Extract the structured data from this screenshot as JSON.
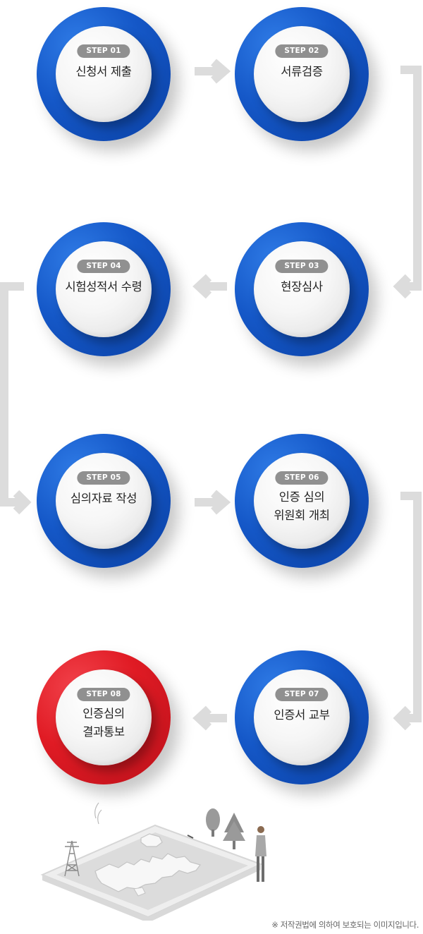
{
  "steps": [
    {
      "badge": "STEP 01",
      "lines": [
        "신청서 제출"
      ],
      "color": "blue"
    },
    {
      "badge": "STEP 02",
      "lines": [
        "서류검증"
      ],
      "color": "blue"
    },
    {
      "badge": "STEP 03",
      "lines": [
        "현장심사"
      ],
      "color": "blue"
    },
    {
      "badge": "STEP 04",
      "lines": [
        "시험성적서 수령"
      ],
      "color": "blue"
    },
    {
      "badge": "STEP 05",
      "lines": [
        "심의자료 작성"
      ],
      "color": "blue"
    },
    {
      "badge": "STEP 06",
      "lines": [
        "인증 심의",
        "위원회 개최"
      ],
      "color": "blue"
    },
    {
      "badge": "STEP 07",
      "lines": [
        "인증서 교부"
      ],
      "color": "blue"
    },
    {
      "badge": "STEP 08",
      "lines": [
        "인증심의",
        "결과통보"
      ],
      "color": "red"
    }
  ],
  "colors": {
    "blue": "#1558c8",
    "red": "#e01b24",
    "connector": "#dcdcdc",
    "badge": "#909090"
  },
  "footer": {
    "note": "※ 저작권법에 의하여 보호되는 이미지입니다."
  }
}
